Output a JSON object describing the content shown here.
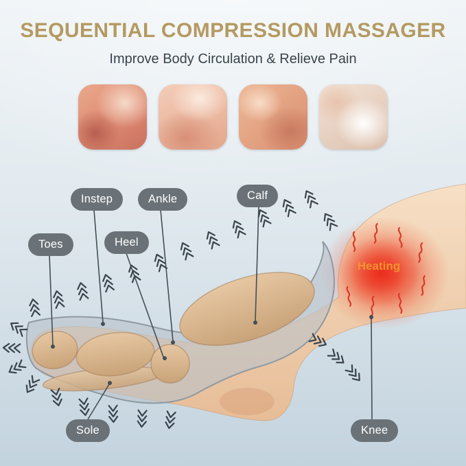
{
  "header": {
    "title": "SEQUENTIAL COMPRESSION MASSAGER",
    "subtitle": "Improve Body Circulation & Relieve Pain"
  },
  "photos": [
    "foot-massage",
    "leg-massage",
    "calf-massage",
    "knee-massage"
  ],
  "callouts": {
    "toes": "Toes",
    "instep": "Instep",
    "heel": "Heel",
    "ankle": "Ankle",
    "calf": "Calf",
    "sole": "Sole",
    "knee": "Knee"
  },
  "illustration": {
    "heating_label": "Heating"
  },
  "colors": {
    "title_color": "#b49a62",
    "subtitle_color": "#39434b",
    "label_bg": "#6a7277",
    "label_text": "#ffffff",
    "heating_text": "#f2932f",
    "heat_glow": "#e83c22",
    "chevron": "#39434b",
    "skin": "#f3d6b8",
    "sleeve": "#b9c2c9",
    "chamber": "#d8b48e",
    "background_top": "#eef3f6",
    "background_bottom": "#c3d3de"
  }
}
